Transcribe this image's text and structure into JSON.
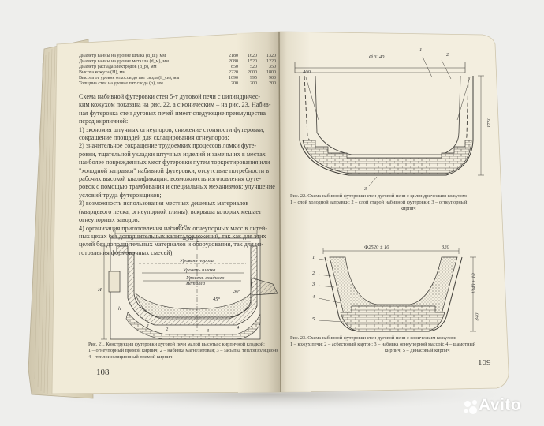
{
  "left_page": {
    "table_rows": [
      {
        "label": "Диаметр ванны на уровне шлака (d_ш), мм",
        "v1": "2180",
        "v2": "1620",
        "v3": "1320"
      },
      {
        "label": "Диаметр ванны на уровне металла (d_м), мм",
        "v1": "2080",
        "v2": "1520",
        "v3": "1220"
      },
      {
        "label": "Диаметр распада электродов (d_р), мм",
        "v1": "850",
        "v2": "520",
        "v3": "350"
      },
      {
        "label": "Высота кожуха (H), мм",
        "v1": "2220",
        "v2": "2000",
        "v3": "1800"
      },
      {
        "label": "Высота от уровня откосов до пят свода (h_св), мм",
        "v1": "1090",
        "v2": "995",
        "v3": "900"
      },
      {
        "label": "Толщина стен на уровне пят свода (b), мм",
        "v1": "200",
        "v2": "200",
        "v3": "200"
      }
    ],
    "body_lines": [
      "Схема набивной футеровки стен 5-т дуговой печи с цилиндричес-",
      "ким кожухом показана на рис. 22, а с коническим – на рис. 23. Набив-",
      "ная футеровка стен дуговых печей имеет следующие преимущества",
      "перед кирпичной:",
      "1) экономия штучных огнеупоров, снижение стоимости футеровки,",
      "сокращение площадей для складирования огнеупоров;",
      "2) значительное сокращение трудоемких процессов ломки футе-",
      "ровки, тщательной укладки штучных изделий и замены их в местах",
      "наиболее поврежденных мест футеровки путем торкретирования или",
      "\"холодной заправки\" набивной футеровки, отсутствие потребности в",
      "рабочих высокой квалификации; возможность изготовления футе-",
      "ровок с помощью трамбования и специальных механизмов; улучшение",
      "условий труда футеровщиков;",
      "3) возможность использования местных дешевых материалов",
      "(кварцевого песка, огнеупорной глины), вскрыша которых мешает",
      "огнеупорных заводов;",
      "4) организация приготовления набивных огнеупорных масс в литей-",
      "ных цехах без дополнительных капиталовложений, так как для этих",
      "целей без дополнительных материалов и оборудования, так для из-",
      "готовления формовочных смесей);"
    ],
    "figure21": {
      "labels": [
        "D_к",
        "Δ_пл",
        "S",
        "Уровень порога",
        "Уровень шлака",
        "Уровень жидкого металла",
        "H",
        "h",
        "30°",
        "45°",
        "1",
        "2",
        "3",
        "4"
      ],
      "caption_lines": [
        "Рис. 21. Конструкция футеровки дуговой печи малой высоты с кирпичной кладкой:",
        "1 – огнеупорный прямой кирпич; 2 – набивка магнезитовая; 3 – засыпка теплоизоляционная;",
        "4 – теплоизоляционный прямой кирпич"
      ]
    },
    "page_number": "108"
  },
  "right_page": {
    "figure22": {
      "labels": [
        "Ø 3140",
        "400",
        "1750",
        "1",
        "2",
        "3"
      ],
      "caption_lines": [
        "Рис. 22. Схема набивной футеровки стен дуговой печи с цилиндрическим кожухом:",
        "1 – слой холодной заправки; 2 – слой старой набивной футеровки; 3 – огнеупорный",
        "кирпич"
      ]
    },
    "figure23": {
      "labels": [
        "Ф2520 ± 10",
        "320",
        "1",
        "2",
        "3",
        "4",
        "5",
        "1340 ± 10",
        "340"
      ],
      "caption_lines": [
        "Рис. 23. Схема набивной футеровки стен дуговой печи с коническим кожухом:",
        "1 – кожух печи; 2 – асбестовый картон; 3 – набивка огнеупорной массой; 4 – шамотный",
        "кирпич; 5 – динасовый кирпич"
      ]
    },
    "page_number": "109"
  },
  "watermark": {
    "text": "Avito",
    "icon": "avito-dots-logo-icon"
  },
  "colors": {
    "background": "#eeeeec",
    "paper": "#f1ebd8",
    "ink": "#3b3a36",
    "hatch": "#7a7770"
  }
}
